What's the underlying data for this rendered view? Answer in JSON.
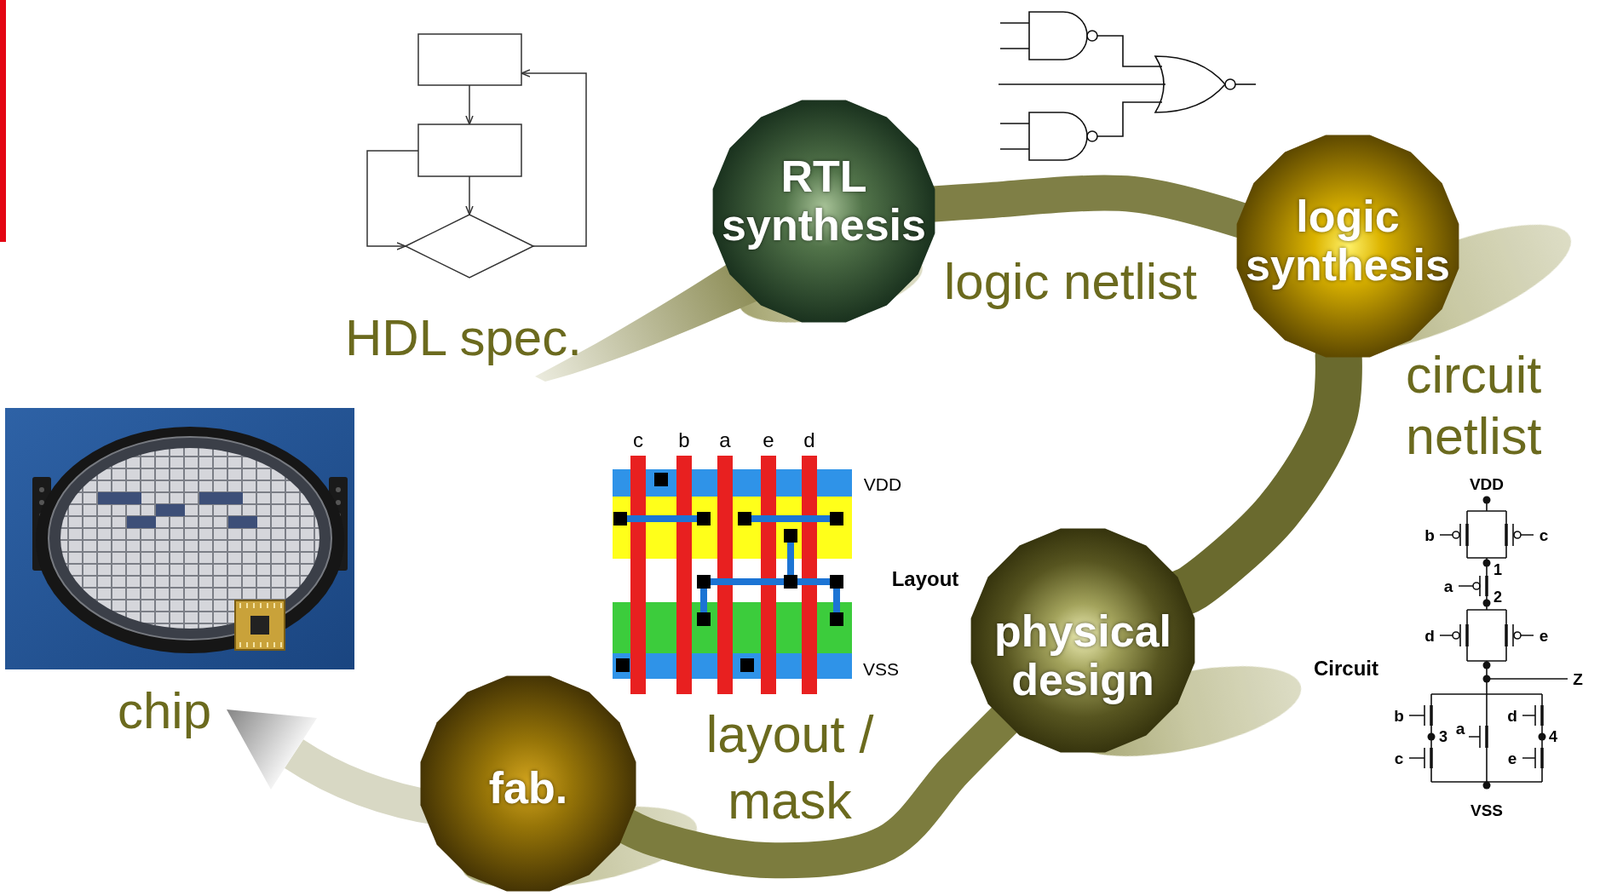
{
  "diagram": {
    "nodes": [
      {
        "text": [
          "RTL synthesis"
        ]
      },
      {
        "text": [
          "logic synthesis"
        ]
      },
      {
        "text": [
          "physical design"
        ]
      },
      {
        "text": [
          "fab."
        ]
      }
    ],
    "edges": [
      {
        "from": 0,
        "to": 1,
        "arrow": "none"
      },
      {
        "from": 1,
        "to": 2,
        "arrow": "none"
      },
      {
        "from": 2,
        "to": 3,
        "arrow": "none"
      }
    ],
    "labels": [
      "HDL spec.",
      "logic netlist",
      "circuit netlist",
      "layout / mask",
      "chip",
      "c",
      "b",
      "a",
      "e",
      "d",
      "VDD",
      "Layout",
      "VSS",
      "VDD",
      "b",
      "c",
      "1",
      "a",
      "2",
      "d",
      "e",
      "Circuit",
      "Z",
      "b",
      "3",
      "a",
      "d",
      "4",
      "c",
      "e",
      "VSS"
    ]
  }
}
